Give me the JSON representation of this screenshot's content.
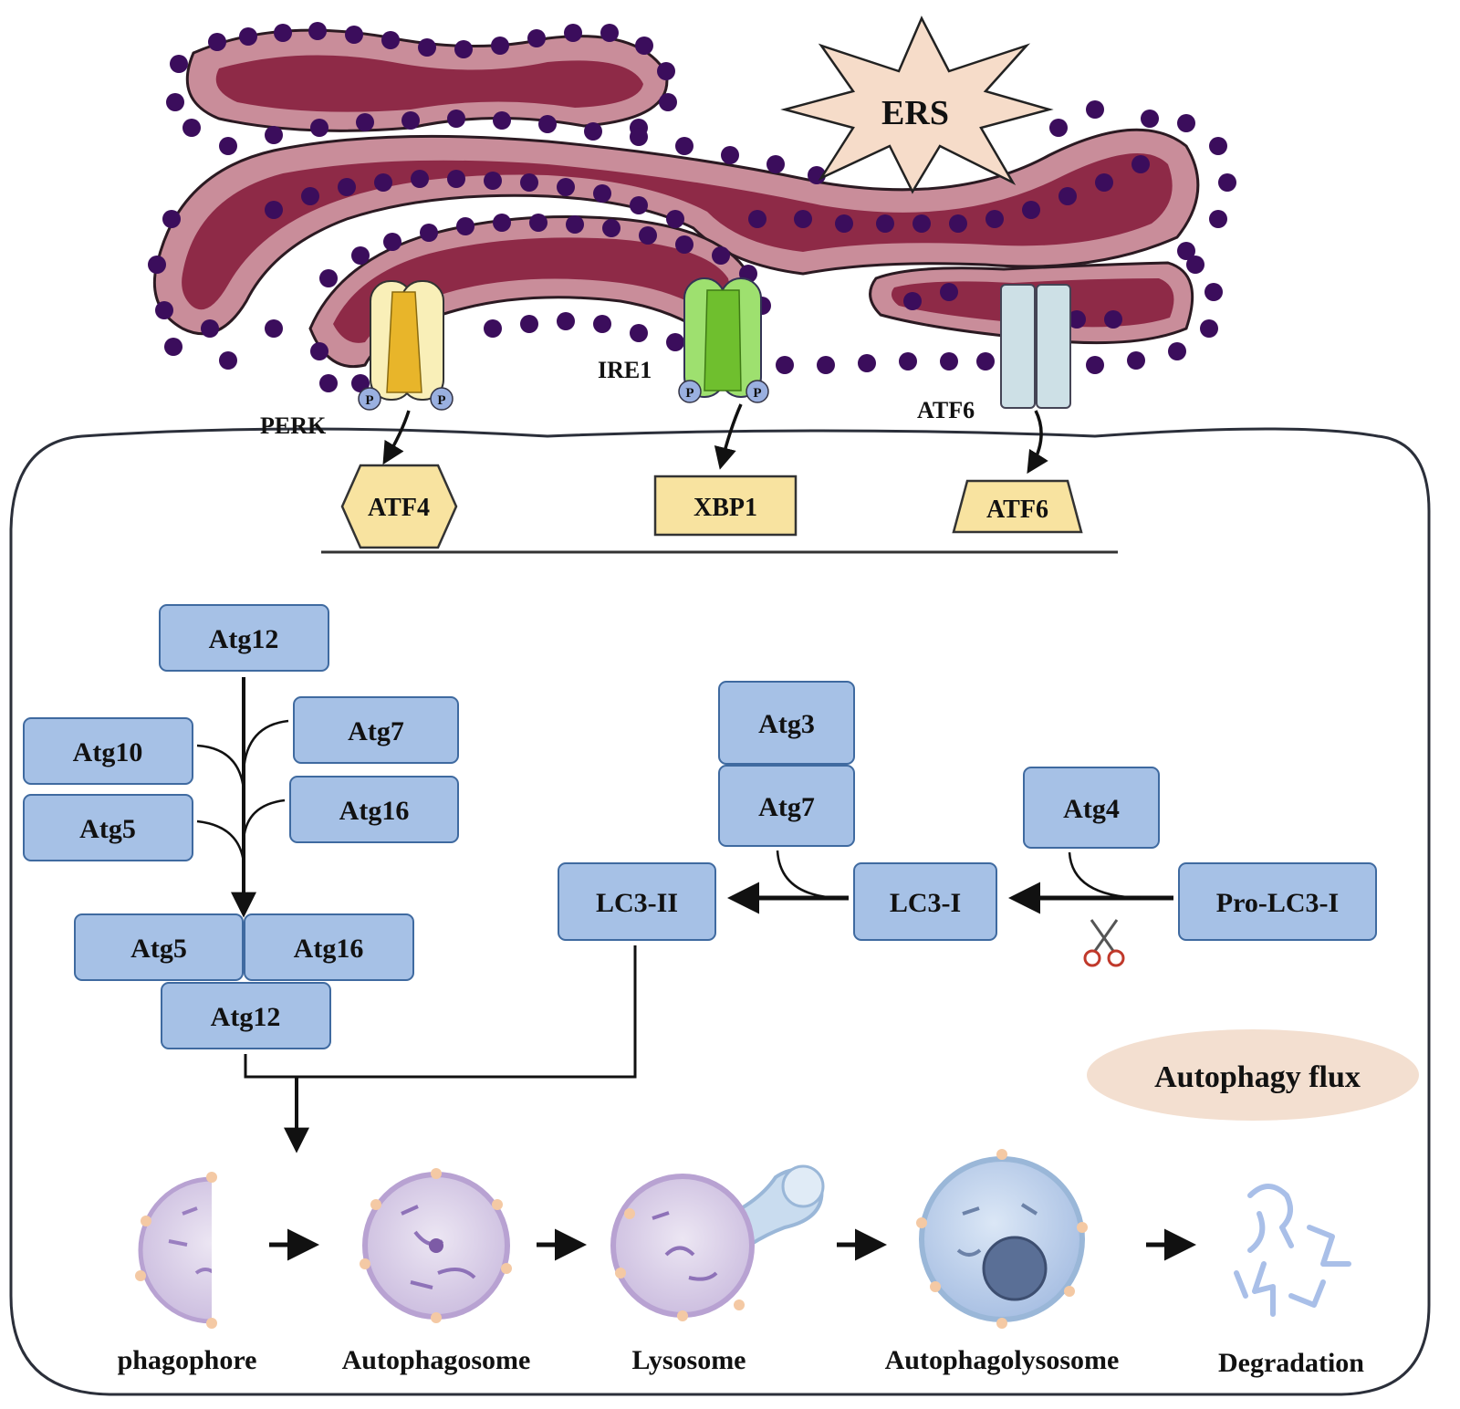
{
  "stress": {
    "label": "ERS"
  },
  "sensors": {
    "perk": "PERK",
    "ire1": "IRE1",
    "atf6": "ATF6",
    "phospho": "P"
  },
  "transcription_factors": {
    "atf4": "ATF4",
    "xbp1": "XBP1",
    "atf6": "ATF6"
  },
  "atg12_pathway": {
    "atg12_top": "Atg12",
    "atg7": "Atg7",
    "atg10": "Atg10",
    "atg16": "Atg16",
    "atg5": "Atg5",
    "complex_atg5": "Atg5",
    "complex_atg16": "Atg16",
    "complex_atg12": "Atg12"
  },
  "lc3_pathway": {
    "atg3": "Atg3",
    "atg7": "Atg7",
    "atg4": "Atg4",
    "lc3_ii": "LC3-II",
    "lc3_i": "LC3-I",
    "pro_lc3_i": "Pro-LC3-I"
  },
  "flux": {
    "title": "Autophagy flux",
    "stages": [
      "phagophore",
      "Autophagosome",
      "Lysosome",
      "Autophagolysosome",
      "Degradation"
    ]
  },
  "colors": {
    "er_outer": "#c98d9a",
    "er_inner": "#8e2a47",
    "ribosome": "#3b0d5c",
    "box_fill": "#a6c1e6",
    "box_stroke": "#3f6aa0",
    "tf_fill": "#f8e3a0",
    "flux_bubble": "#f3dfd0",
    "ers_burst": "#f6dcc9"
  }
}
